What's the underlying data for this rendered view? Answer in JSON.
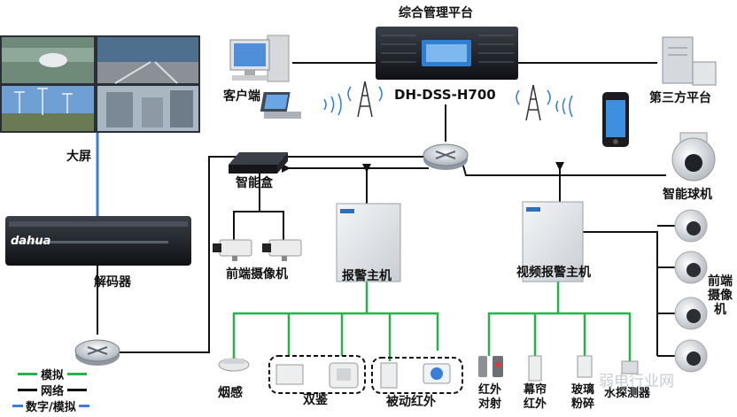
{
  "labels": {
    "platform": "综合管理平台",
    "model": "DH-DSS-H700",
    "client": "客户端",
    "third_party": "第三方平台",
    "big_screen": "大屏",
    "decoder": "解码器",
    "smart_box": "智能盒",
    "front_camera": "前端摄像机",
    "alarm_host": "报警主机",
    "video_alarm_host": "视频报警主机",
    "smart_dome": "智能球机",
    "right_camera_lines": [
      "前端",
      "摄像",
      "机"
    ],
    "smoke": "烟感",
    "dual_tech": "双鉴",
    "passive_ir": "被动红外",
    "ir_beam_lines": [
      "红外",
      "对射"
    ],
    "curtain_ir_lines": [
      "幕帘",
      "红外"
    ],
    "glass_break_lines": [
      "玻璃",
      "粉碎"
    ],
    "water_sensor": "水探测器",
    "decoder_brand": "dahua",
    "watermark": "弱电行业网"
  },
  "legend": [
    {
      "text": "模拟",
      "color": "#27b34b"
    },
    {
      "text": "网络",
      "color": "#111111"
    },
    {
      "text": "数字/模拟",
      "color": "#3a7fd5"
    }
  ],
  "colors": {
    "network": "#111111",
    "analog": "#27b34b",
    "digital": "#3a7fd5"
  }
}
